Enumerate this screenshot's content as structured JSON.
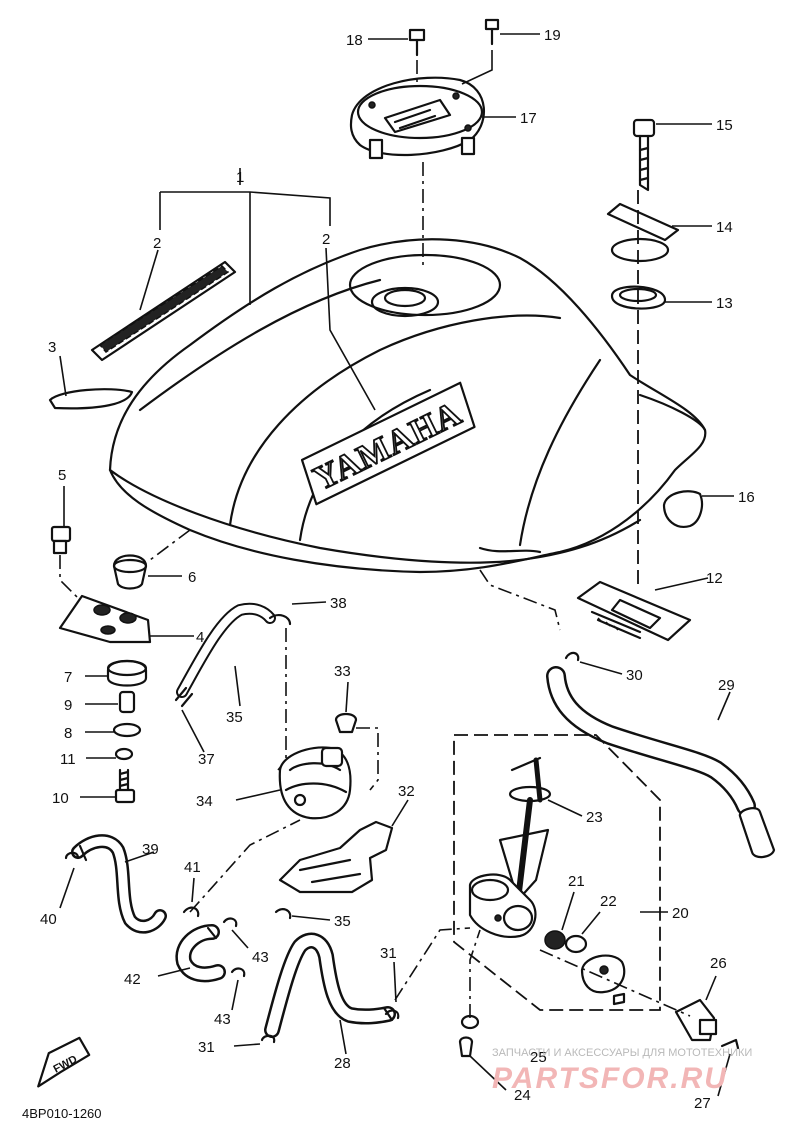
{
  "diagram": {
    "drawing_code": "4BP010-1260",
    "brand_decal": "YAMAHA",
    "forward_arrow": "FWD",
    "watermark": {
      "line1": "ЗАПЧАСТИ И АКСЕССУАРЫ ДЛЯ МОТОТЕХНИКИ",
      "line2": "PARTSFOR.RU"
    },
    "callouts": [
      "1",
      "2",
      "2",
      "3",
      "4",
      "5",
      "6",
      "7",
      "8",
      "9",
      "10",
      "11",
      "12",
      "13",
      "14",
      "15",
      "16",
      "17",
      "18",
      "19",
      "20",
      "21",
      "22",
      "23",
      "24",
      "25",
      "26",
      "27",
      "28",
      "29",
      "30",
      "31",
      "31",
      "32",
      "33",
      "34",
      "35",
      "35",
      "37",
      "38",
      "39",
      "40",
      "41",
      "42",
      "43",
      "43"
    ]
  }
}
